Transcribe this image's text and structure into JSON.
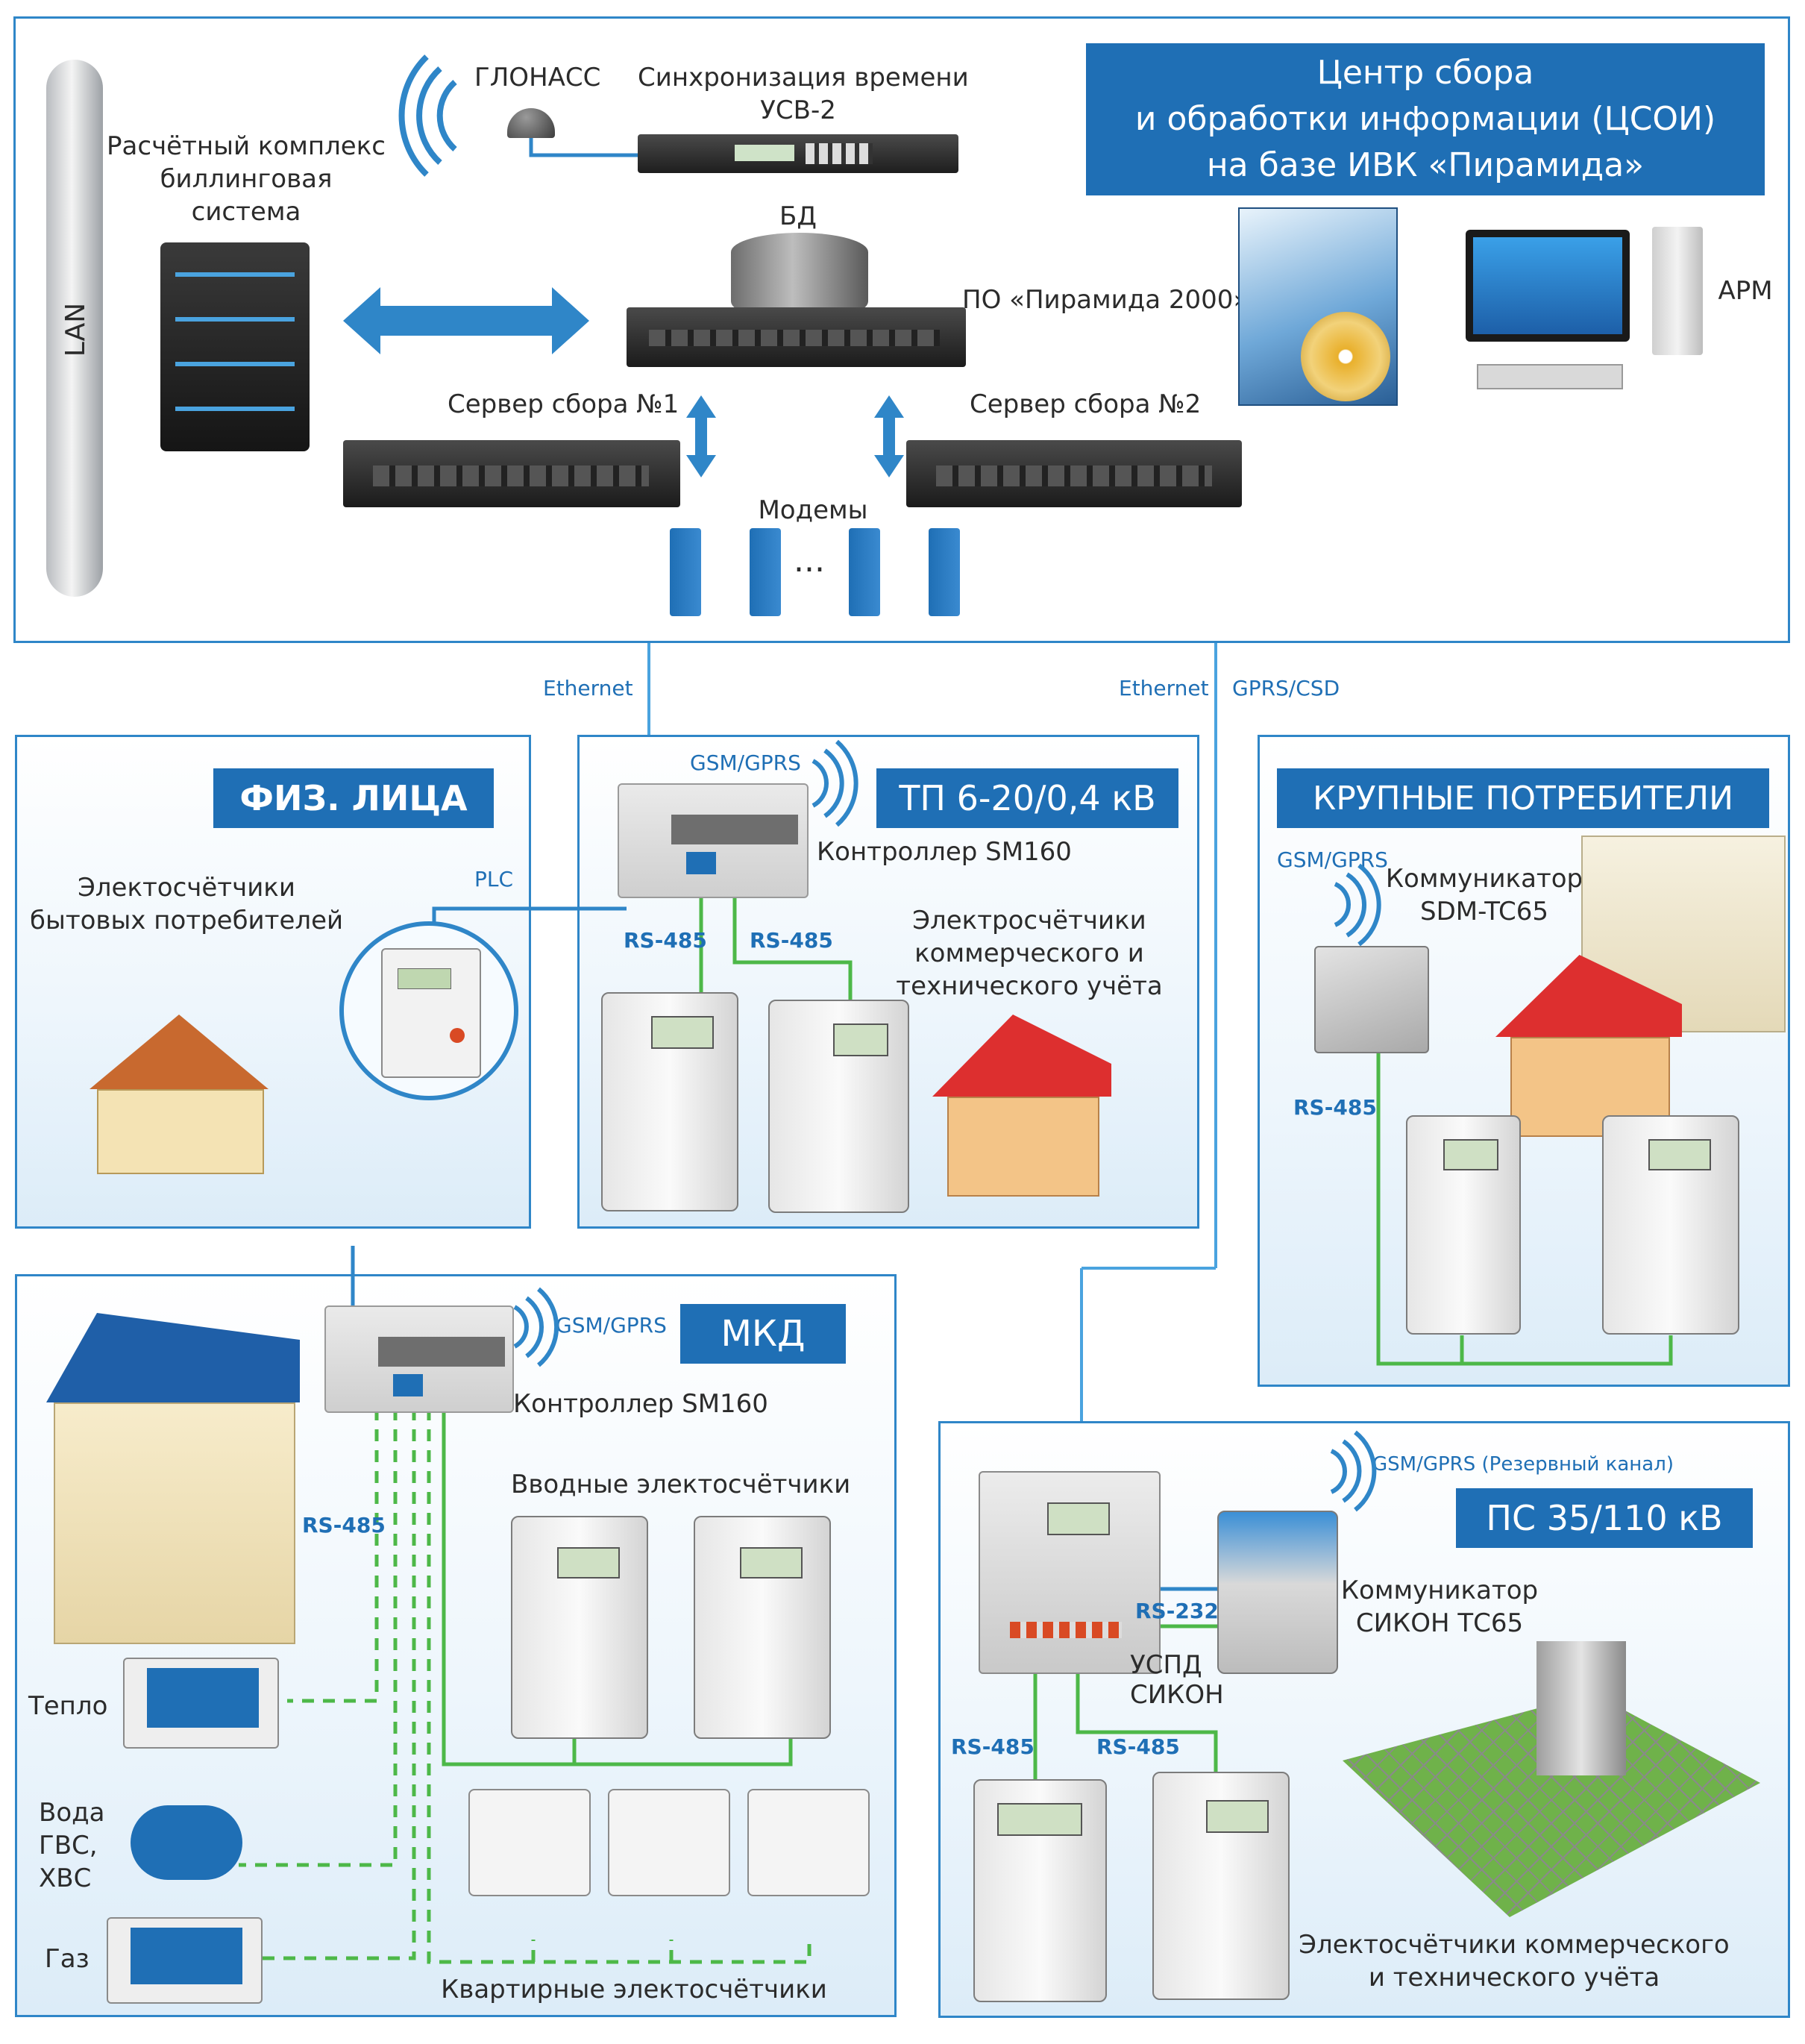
{
  "top": {
    "lan": "LAN",
    "glonass": "ГЛОНАСС",
    "sync_line1": "Синхронизация времени",
    "sync_line2": "УСВ-2",
    "center_line1": "Центр сбора",
    "center_line2": "и обработки информации (ЦСОИ)",
    "center_line3": "на базе ИВК «Пирамида»",
    "billing_line1": "Расчётный комплекс",
    "billing_line2": "биллинговая",
    "billing_line3": "система",
    "db": "БД",
    "software": "ПО «Пирамида 2000»",
    "arm": "АРМ",
    "server1": "Сервер сбора №1",
    "server2": "Сервер сбора №2",
    "modems": "Модемы",
    "modems_dots": "..."
  },
  "links": {
    "ethernet_left": "Ethernet",
    "ethernet_right": "Ethernet",
    "gprs_csd": "GPRS/CSD"
  },
  "fiz": {
    "title": "ФИЗ. ЛИЦА",
    "meters_line1": "Электосчётчики",
    "meters_line2": "бытовых потребителей",
    "plc": "PLC"
  },
  "tp": {
    "title": "ТП 6-20/0,4 кВ",
    "gsm": "GSM/GPRS",
    "controller": "Контроллер SM160",
    "rs485_a": "RS-485",
    "rs485_b": "RS-485",
    "meters_line1": "Электросчётчики",
    "meters_line2": "коммерческого и",
    "meters_line3": "технического учёта"
  },
  "large": {
    "title": "КРУПНЫЕ ПОТРЕБИТЕЛИ",
    "gsm": "GSM/GPRS",
    "comm_line1": "Коммуникатор",
    "comm_line2": "SDM-TC65",
    "rs485": "RS-485"
  },
  "mkd": {
    "title": "МКД",
    "gsm": "GSM/GPRS",
    "controller": "Контроллер SM160",
    "rs485": "RS-485",
    "input_meters": "Вводные электосчётчики",
    "heat": "Тепло",
    "water_line1": "Вода",
    "water_line2": "ГВС,",
    "water_line3": "ХВС",
    "gas": "Газ",
    "apartment_meters": "Квартирные электосчётчики"
  },
  "ps": {
    "title": "ПС 35/110 кВ",
    "gsm": "GSM/GPRS (Резервный канал)",
    "comm_line1": "Коммуникатор",
    "comm_line2": "СИКОН ТС65",
    "rs232": "RS-232",
    "uspd_line1": "УСПД",
    "uspd_line2": "СИКОН",
    "rs485_a": "RS-485",
    "rs485_b": "RS-485",
    "meters_line1": "Электосчётчики коммерческого",
    "meters_line2": "и технического учёта"
  },
  "colors": {
    "frame": "#2f86c8",
    "title_bg": "#1f6fb5",
    "rs_line": "#4db848",
    "link_line": "#4aa3df"
  }
}
